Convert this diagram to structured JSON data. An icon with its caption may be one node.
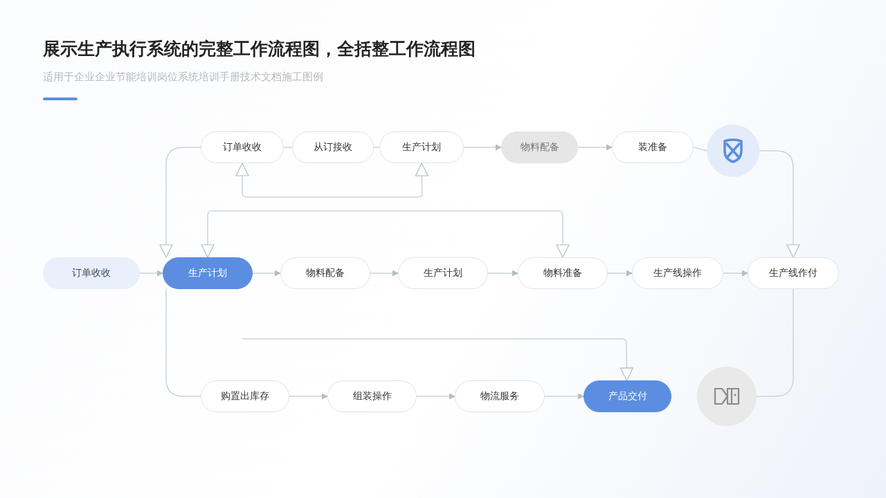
{
  "diagram": {
    "title": "展示生产执行系统的完整工作流程图，全括整工作流程图",
    "nodes": [
      {
        "text": [
          "订单收收"
        ]
      },
      {
        "text": [
          "从订接收"
        ]
      },
      {
        "text": [
          "生产计划"
        ]
      },
      {
        "text": [
          "物料配备"
        ]
      },
      {
        "text": [
          "装准备"
        ]
      },
      {
        "text": [],
        "shape": "circle"
      },
      {
        "text": [
          "订单收收"
        ]
      },
      {
        "text": [
          "生产计划"
        ]
      },
      {
        "text": [
          "物料配备"
        ]
      },
      {
        "text": [
          "生产计划"
        ]
      },
      {
        "text": [
          "物料准备"
        ]
      },
      {
        "text": [
          "生产线操作"
        ]
      },
      {
        "text": [
          "生产线作付"
        ]
      },
      {
        "text": [
          "购置出库存"
        ]
      },
      {
        "text": [
          "组装操作"
        ]
      },
      {
        "text": [
          "物流服务"
        ]
      },
      {
        "text": [
          "产品交付"
        ]
      },
      {
        "text": [],
        "shape": "circle"
      }
    ],
    "edges": [
      {
        "from": 0,
        "to": 1,
        "arrow": "none"
      },
      {
        "from": 1,
        "to": 2,
        "arrow": "none"
      },
      {
        "from": 2,
        "to": 3,
        "arrow": "to"
      },
      {
        "from": 3,
        "to": 4,
        "arrow": "to"
      },
      {
        "from": 4,
        "to": 5,
        "arrow": "none"
      },
      {
        "from": 5,
        "to": 12,
        "arrow": "to"
      },
      {
        "from": 0,
        "to": 2,
        "arrow": "both"
      },
      {
        "from": 7,
        "to": 10,
        "arrow": "both"
      },
      {
        "from": 0,
        "to": 7,
        "arrow": "to"
      },
      {
        "from": 7,
        "to": 13,
        "arrow": "none"
      },
      {
        "from": 6,
        "to": 7,
        "arrow": "to"
      },
      {
        "from": 7,
        "to": 8,
        "arrow": "to"
      },
      {
        "from": 8,
        "to": 9,
        "arrow": "to"
      },
      {
        "from": 9,
        "to": 10,
        "arrow": "to"
      },
      {
        "from": 10,
        "to": 11,
        "arrow": "to"
      },
      {
        "from": 11,
        "to": 12,
        "arrow": "to"
      },
      {
        "from": null,
        "to": 16,
        "arrow": "to"
      },
      {
        "from": 13,
        "to": 14,
        "arrow": "to"
      },
      {
        "from": 14,
        "to": 15,
        "arrow": "to"
      },
      {
        "from": 15,
        "to": 16,
        "arrow": "to"
      },
      {
        "from": 12,
        "to": 17,
        "arrow": "none"
      }
    ],
    "labels": [
      "适用于企业企业节能培训岗位系统培训手册技术文档施工图例"
    ]
  }
}
